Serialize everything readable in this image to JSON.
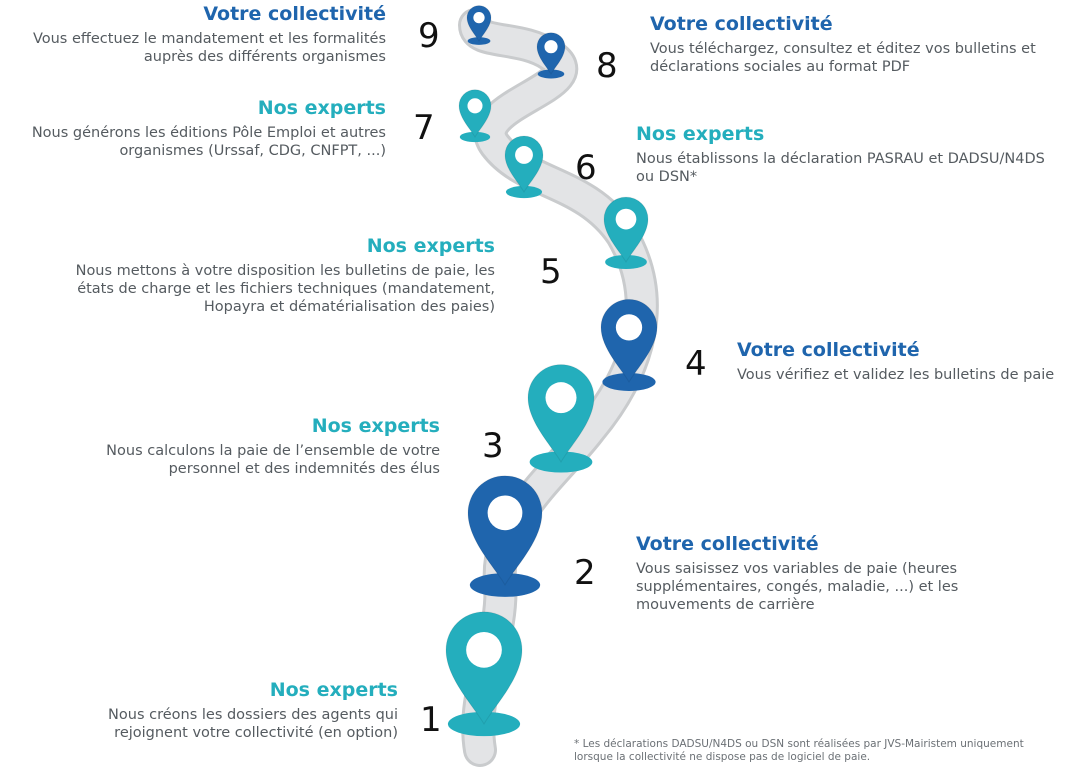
{
  "colors": {
    "teal": "#24aebd",
    "blue": "#1f65ad",
    "road": "#e3e4e6",
    "road_edge": "#c9cbcd"
  },
  "steps": [
    {
      "num": "1",
      "title": "Nos experts",
      "type": "experts",
      "desc": "Nous créons les dossiers des agents qui rejoignent votre collectivité (en option)"
    },
    {
      "num": "2",
      "title": "Votre collectivité",
      "type": "collectivite",
      "desc": "Vous saisissez vos variables de paie (heures supplémentaires, congés, maladie, ...) et les mouvements de carrière"
    },
    {
      "num": "3",
      "title": "Nos experts",
      "type": "experts",
      "desc": "Nous calculons la paie de l’ensemble de votre personnel et des indemnités des élus"
    },
    {
      "num": "4",
      "title": "Votre collectivité",
      "type": "collectivite",
      "desc": "Vous vérifiez et validez les bulletins de paie"
    },
    {
      "num": "5",
      "title": "Nos experts",
      "type": "experts",
      "desc": "Nous mettons à votre disposition les bulletins de paie, les états de charge et les fichiers techniques (mandatement, Hopayra et dématérialisation des paies)"
    },
    {
      "num": "6",
      "title": "Nos experts",
      "type": "experts",
      "desc": "Nous établissons la déclaration PASRAU et DADSU/N4DS ou DSN*"
    },
    {
      "num": "7",
      "title": "Nos experts",
      "type": "experts",
      "desc": "Nous générons les éditions Pôle Emploi et autres organismes (Urssaf, CDG, CNFPT, ...)"
    },
    {
      "num": "8",
      "title": "Votre collectivité",
      "type": "collectivite",
      "desc": "Vous téléchargez, consultez et éditez vos bulletins et déclarations sociales au format PDF"
    },
    {
      "num": "9",
      "title": "Votre collectivité",
      "type": "collectivite",
      "desc": "Vous effectuez le mandatement et les formalités auprès des différents organismes"
    }
  ],
  "footnote": "* Les déclarations DADSU/N4DS ou DSN sont réalisées par JVS-Mairistem uniquement lorsque la collectivité ne dispose pas de logiciel de paie."
}
